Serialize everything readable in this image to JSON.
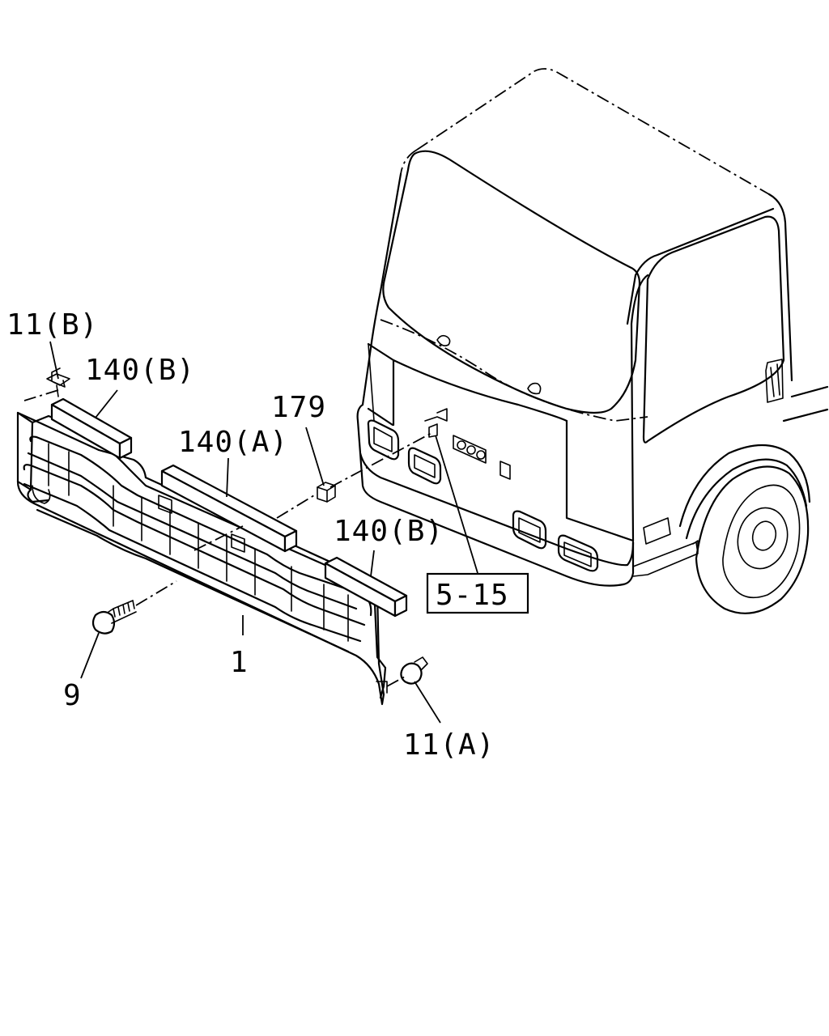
{
  "callouts": {
    "clip_b": "11(B)",
    "spacer_b_upper": "140(B)",
    "spacer_a": "140(A)",
    "nut_179": "179",
    "spacer_b_lower": "140(B)",
    "reference": "5-15",
    "grille": "1",
    "screw": "9",
    "clip_a": "11(A)"
  }
}
